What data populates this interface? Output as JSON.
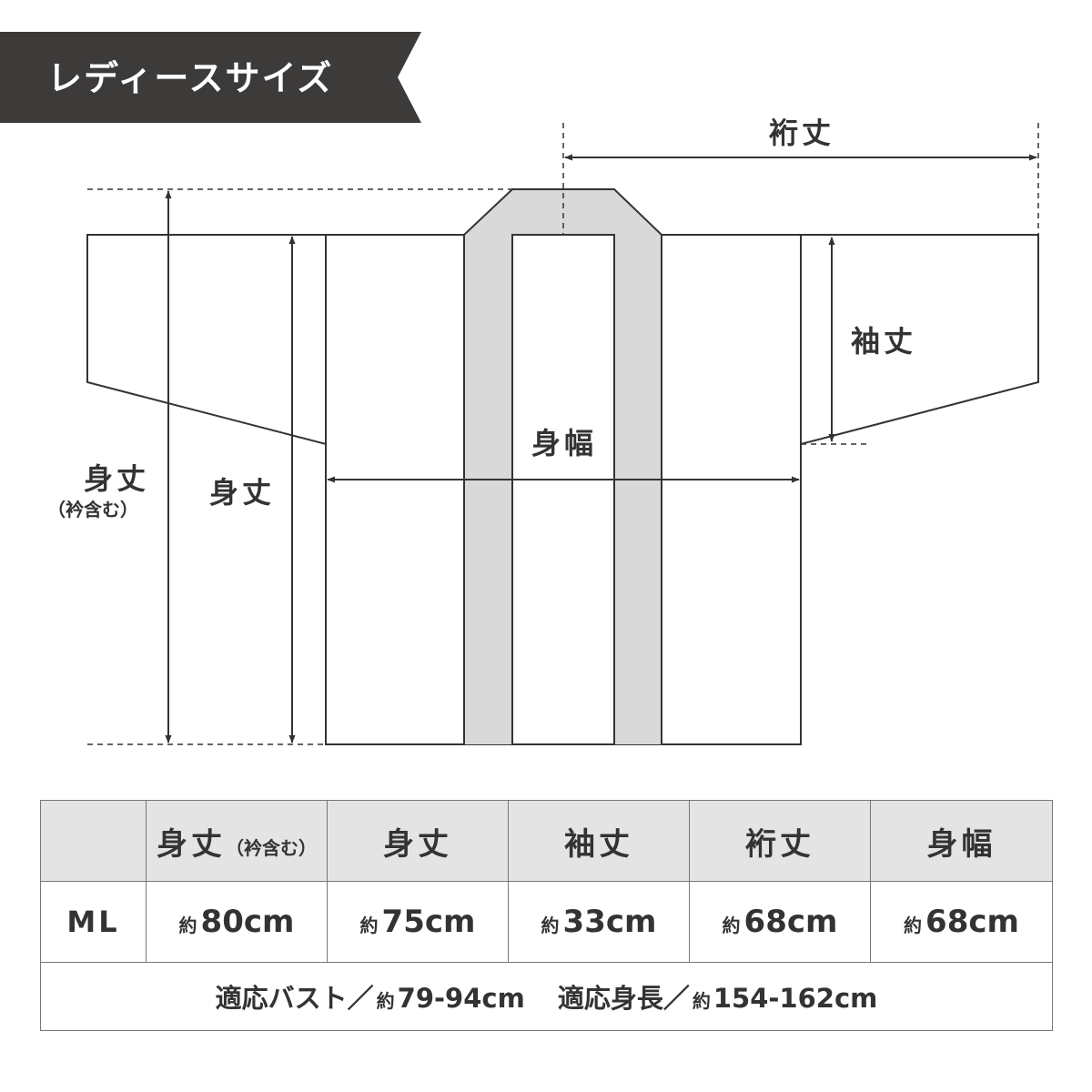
{
  "banner": {
    "title": "レディースサイズ",
    "bg_color": "#3d3a3a",
    "text_color": "#ffffff"
  },
  "diagram": {
    "labels": {
      "yuki": "裄丈",
      "sodetake": "袖丈",
      "mihaba": "身幅",
      "mitake": "身丈",
      "mitake_eri": "身丈",
      "mitake_eri_sub": "（衿含む）"
    },
    "colors": {
      "outline": "#333333",
      "collar_fill": "#d9d9d9",
      "body_fill": "#ffffff"
    }
  },
  "table": {
    "header_bg": "#e4e4e4",
    "headers": [
      {
        "main": "",
        "sub": ""
      },
      {
        "main": "身丈",
        "sub": "（衿含む）"
      },
      {
        "main": "身丈",
        "sub": ""
      },
      {
        "main": "袖丈",
        "sub": ""
      },
      {
        "main": "裄丈",
        "sub": ""
      },
      {
        "main": "身幅",
        "sub": ""
      }
    ],
    "rows": [
      {
        "size": "ML",
        "cells": [
          {
            "prefix": "約",
            "value": "80cm"
          },
          {
            "prefix": "約",
            "value": "75cm"
          },
          {
            "prefix": "約",
            "value": "33cm"
          },
          {
            "prefix": "約",
            "value": "68cm"
          },
          {
            "prefix": "約",
            "value": "68cm"
          }
        ]
      }
    ],
    "note": {
      "bust_label": "適応バスト／",
      "bust_prefix": "約",
      "bust_value": "79-94cm",
      "height_label": "適応身長／",
      "height_prefix": "約",
      "height_value": "154-162cm"
    }
  }
}
